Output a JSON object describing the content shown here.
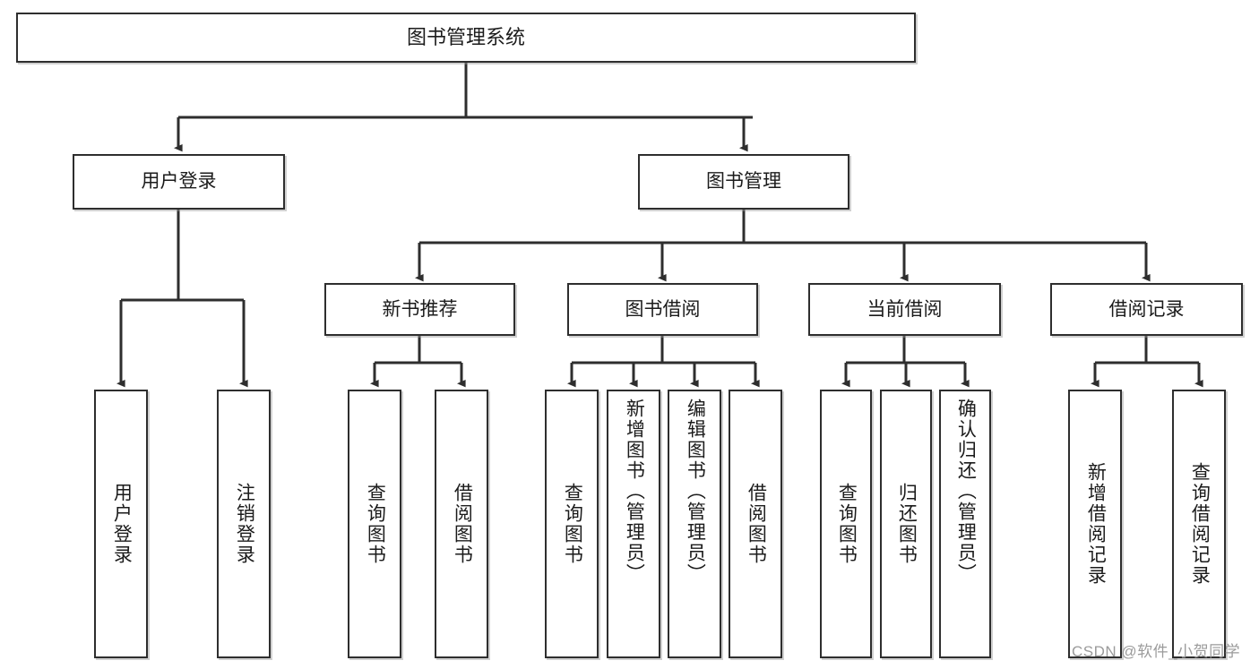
{
  "diagram": {
    "title": "图书管理系统",
    "type": "tree-hierarchy",
    "watermark": "CSDN @软件_小贺同学",
    "colors": {
      "border": "#2e2e2e",
      "background": "#ffffff",
      "text": "#1b1b1b",
      "edge": "#2e2e2e",
      "watermark": "#9b9b9b"
    },
    "root": {
      "label": "图书管理系统"
    },
    "level2": [
      {
        "label": "用户登录"
      },
      {
        "label": "图书管理"
      }
    ],
    "level3": [
      {
        "label": "新书推荐"
      },
      {
        "label": "图书借阅"
      },
      {
        "label": "当前借阅"
      },
      {
        "label": "借阅记录"
      }
    ],
    "leaves": {
      "user_login": [
        {
          "label": "用户登录"
        },
        {
          "label": "注销登录"
        }
      ],
      "new_book_recommend": [
        {
          "label": "查询图书"
        },
        {
          "label": "借阅图书"
        }
      ],
      "book_borrow": [
        {
          "label": "查询图书"
        },
        {
          "label": "新增图书（管理员）"
        },
        {
          "label": "编辑图书（管理员）"
        },
        {
          "label": "借阅图书"
        }
      ],
      "current_borrow": [
        {
          "label": "查询图书"
        },
        {
          "label": "归还图书"
        },
        {
          "label": "确认归还（管理员）"
        }
      ],
      "borrow_record": [
        {
          "label": "新增借阅记录"
        },
        {
          "label": "查询借阅记录"
        }
      ]
    }
  }
}
